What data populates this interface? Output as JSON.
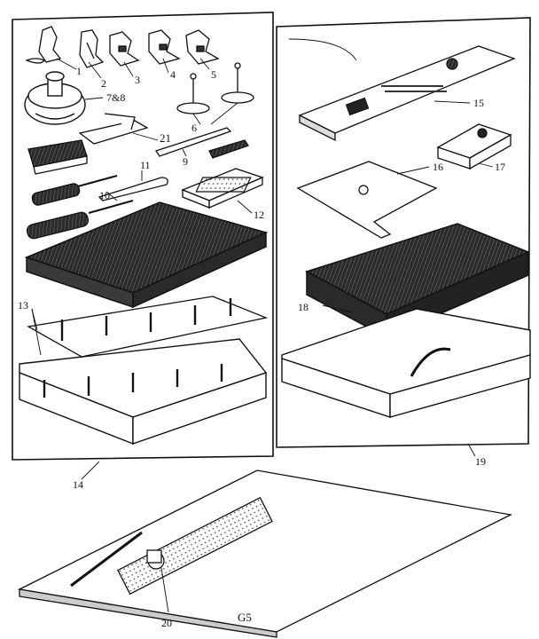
{
  "diagram": {
    "labels": {
      "l1": "1",
      "l2": "2",
      "l3": "3",
      "l4": "4",
      "l5": "5",
      "l6": "6",
      "l78": "7&8",
      "l9": "9",
      "l10": "10",
      "l11": "11",
      "l12": "12",
      "l13": "13",
      "l14": "14",
      "l15": "15",
      "l16": "16",
      "l17": "17",
      "l18": "18",
      "l19": "19",
      "l20": "20",
      "l21": "21",
      "code": "G5"
    },
    "colors": {
      "ink": "#111111",
      "shade": "#3a3a3a",
      "paper": "#ffffff"
    }
  }
}
